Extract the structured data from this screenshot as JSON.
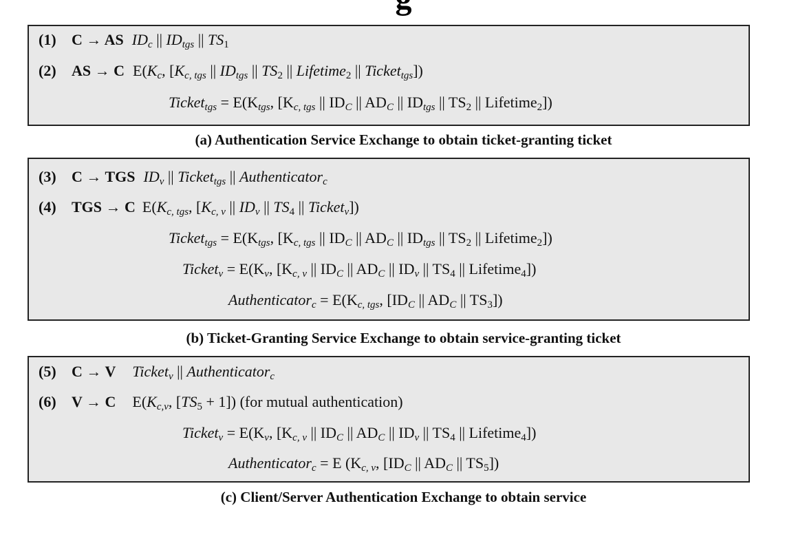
{
  "header_partial": "g",
  "panels": [
    {
      "caption": "(a) Authentication Service Exchange to obtain ticket-granting ticket",
      "steps": [
        {
          "num": "(1)",
          "dir": "C → AS"
        },
        {
          "num": "(2)",
          "dir": "AS → C"
        }
      ]
    },
    {
      "caption": "(b) Ticket-Granting Service Exchange to obtain service-granting ticket",
      "steps": [
        {
          "num": "(3)",
          "dir": "C → TGS"
        },
        {
          "num": "(4)",
          "dir": "TGS → C"
        }
      ]
    },
    {
      "caption": "(c) Client/Server Authentication Exchange to obtain service",
      "steps": [
        {
          "num": "(5)",
          "dir": "C → V"
        },
        {
          "num": "(6)",
          "dir": "V → C"
        }
      ],
      "note": "(for mutual authentication)"
    }
  ]
}
